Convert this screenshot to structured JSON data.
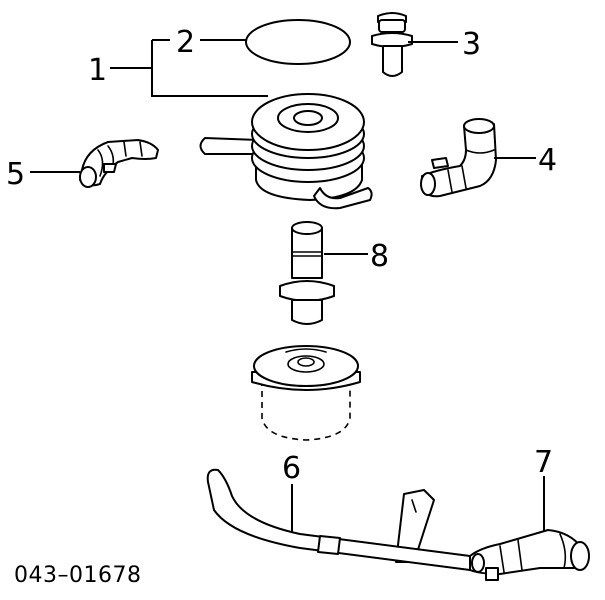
{
  "diagram": {
    "part_code": "043–01678",
    "callouts": {
      "c1": "1",
      "c2": "2",
      "c3": "3",
      "c4": "4",
      "c5": "5",
      "c6": "6",
      "c7": "7",
      "c8": "8"
    }
  }
}
